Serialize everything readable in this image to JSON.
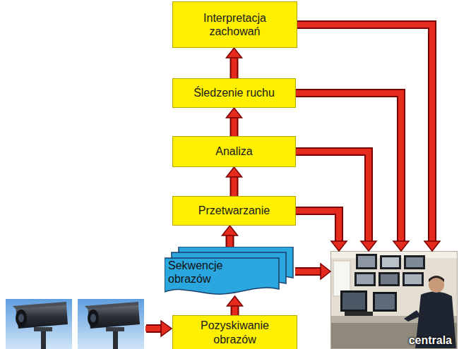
{
  "diagram": {
    "nodes": [
      {
        "text": [
          "Interpretacja zachowań"
        ]
      },
      {
        "text": [
          "Śledzenie ruchu"
        ]
      },
      {
        "text": [
          "Analiza"
        ]
      },
      {
        "text": [
          "Przetwarzanie"
        ]
      },
      {
        "text": [
          "Sekwencje obrazów"
        ]
      },
      {
        "text": [
          "Pozyskiwanie obrazów"
        ]
      },
      {
        "text": [
          "centrala"
        ]
      }
    ],
    "edges": [
      {
        "from": 5,
        "to": 4,
        "arrow": "to"
      },
      {
        "from": 4,
        "to": 3,
        "arrow": "to"
      },
      {
        "from": 3,
        "to": 2,
        "arrow": "to"
      },
      {
        "from": 2,
        "to": 1,
        "arrow": "to"
      },
      {
        "from": 1,
        "to": 0,
        "arrow": "to"
      },
      {
        "from": 4,
        "to": 6,
        "arrow": "to"
      },
      {
        "from": 3,
        "to": 6,
        "arrow": "to"
      },
      {
        "from": 2,
        "to": 6,
        "arrow": "to"
      },
      {
        "from": 1,
        "to": 6,
        "arrow": "to"
      },
      {
        "from": 0,
        "to": 6,
        "arrow": "to"
      }
    ]
  }
}
